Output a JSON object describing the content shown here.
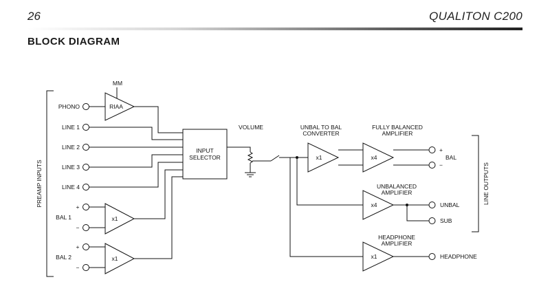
{
  "header": {
    "page_number": "26",
    "product": "QUALITON C200"
  },
  "section_title": "BLOCK DIAGRAM",
  "diagram": {
    "side_left": "PREAMP INPUTS",
    "side_right": "LINE OUTPUTS",
    "inputs": {
      "phono": "PHONO",
      "line1": "LINE 1",
      "line2": "LINE 2",
      "line3": "LINE 3",
      "line4": "LINE 4",
      "bal1": "BAL 1",
      "bal2": "BAL 2",
      "plus": "+",
      "minus": "−"
    },
    "blocks": {
      "mm": "MM",
      "riaa": "RIAA",
      "x1": "x1",
      "x4": "x4",
      "selector_l1": "INPUT",
      "selector_l2": "SELECTOR",
      "volume": "VOLUME",
      "unbal_to_bal_l1": "UNBAL TO BAL",
      "unbal_to_bal_l2": "CONVERTER",
      "fully_balanced_l1": "FULLY BALANCED",
      "fully_balanced_l2": "AMPLIFIER",
      "unbalanced_l1": "UNBALANCED",
      "unbalanced_l2": "AMPLIFIER",
      "headphone_l1": "HEADPHONE",
      "headphone_l2": "AMPLIFIER"
    },
    "outputs": {
      "bal": "BAL",
      "plus": "+",
      "minus": "−",
      "unbal": "UNBAL",
      "sub": "SUB",
      "headphone": "HEADPHONE"
    }
  }
}
